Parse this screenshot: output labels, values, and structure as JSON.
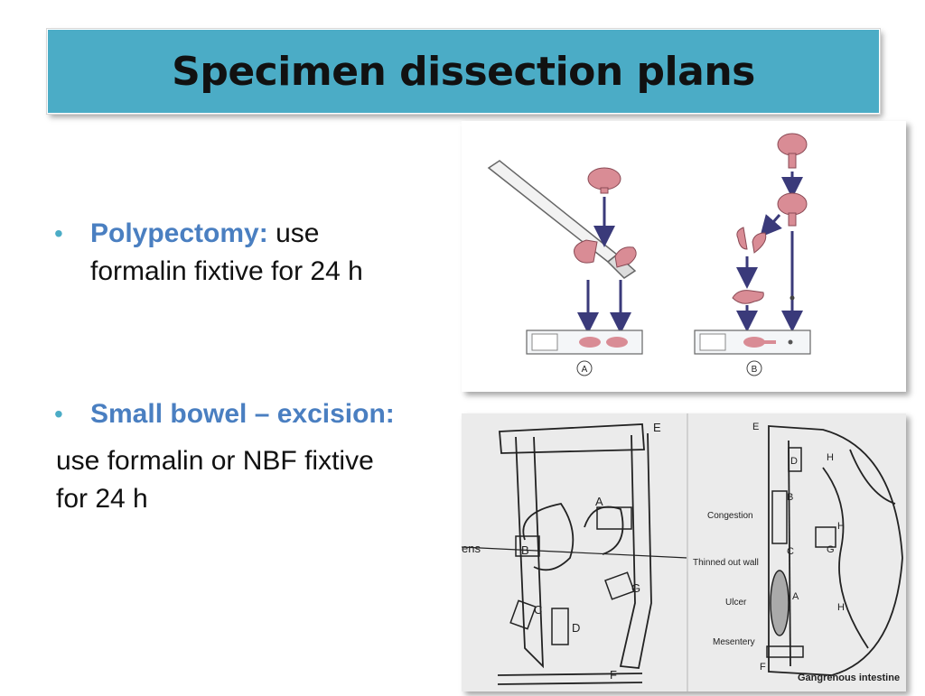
{
  "slide": {
    "title": "Specimen dissection plans"
  },
  "bullets": [
    {
      "heading": "Polypectomy:",
      "text_line1": "use",
      "text_line2": "formalin fixtive for  24 h"
    },
    {
      "heading": "Small bowel – excision:"
    }
  ],
  "paragraph": {
    "line1": "use formalin or NBF fixtive",
    "line2": "for  24 h"
  },
  "figure_top": {
    "label_a": "A",
    "label_b": "B"
  },
  "figure_bottom": {
    "left_labels": {
      "e": "E",
      "a": "A",
      "b": "B",
      "c": "C",
      "d": "D",
      "f": "F",
      "g": "G",
      "ens": "ens"
    },
    "right_labels": {
      "e": "E",
      "d": "D",
      "b": "B",
      "c": "C",
      "a": "A",
      "f": "F",
      "g": "G",
      "h1": "H",
      "h2": "H",
      "h3": "H",
      "congestion": "Congestion",
      "thinned": "Thinned out wall",
      "ulcer": "Ulcer",
      "mesentery": "Mesentery",
      "gangrenous": "Gangrenous intestine"
    }
  },
  "colors": {
    "title_bg": "#4bacc6",
    "accent_text": "#4a7fc1",
    "arrow": "#3a3a7a",
    "tissue": "#d98c95"
  }
}
